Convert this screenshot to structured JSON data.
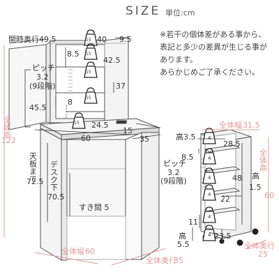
{
  "header": {
    "title": "SIZE",
    "unit": "単位:cm"
  },
  "notes": [
    "※若干の個体差がある事から、",
    "表記と多少の差異が生じる事が",
    "あります。",
    "あらかじめご了承ください。"
  ],
  "desk": {
    "top_cabinet": {
      "depth_label": "開時奥行49.5",
      "width_40": "40",
      "side_9_5": "9.5",
      "shelf_top_8_5": "8.5",
      "shelf_right_42_5": "42.5",
      "pitch_label_1": "ピッチ",
      "pitch_label_2": "3.2",
      "pitch_label_3": "(9段階)",
      "shelf_right_37": "37",
      "inner_8": "8",
      "height_45_5": "45.5"
    },
    "desk_top": {
      "depth_24_5": "24.5",
      "width_15": "15",
      "width_60": "60",
      "depth_35": "35"
    },
    "body": {
      "total_height_label": "全体高",
      "total_height_value": "122",
      "top_height_label_1": "天板まで",
      "top_height_value": "72.5",
      "under_label": "デスク下",
      "under_value": "70.5",
      "gap_label": "すき間 5",
      "total_width_label": "全体幅",
      "total_width_value": "60",
      "total_depth_label": "全体奥行",
      "total_depth_value": "35"
    },
    "weights": [
      "15",
      "15",
      "15",
      "15",
      "15"
    ]
  },
  "wagon": {
    "total_width_label": "全体幅",
    "total_width_value": "31.5",
    "height_3_5": "高3.5",
    "width_28_5": "28.5",
    "shelf_8_5": "8.5",
    "pitch_label_1": "ピッチ",
    "pitch_label_2": "3.2",
    "pitch_label_3": "(9段階)",
    "inner_48": "48",
    "total_height_label": "全体高",
    "total_height_value": "60",
    "side_height_label": "高",
    "side_height_value": "1.5",
    "inner_22": "22",
    "inner_11": "11",
    "bottom_label": "高",
    "bottom_value": "5.5",
    "inner_23_5": "23.5",
    "total_depth_label": "全体奥行",
    "total_depth_value": "25",
    "weights": [
      "4",
      "4",
      "4",
      "4",
      "4",
      "4"
    ]
  }
}
